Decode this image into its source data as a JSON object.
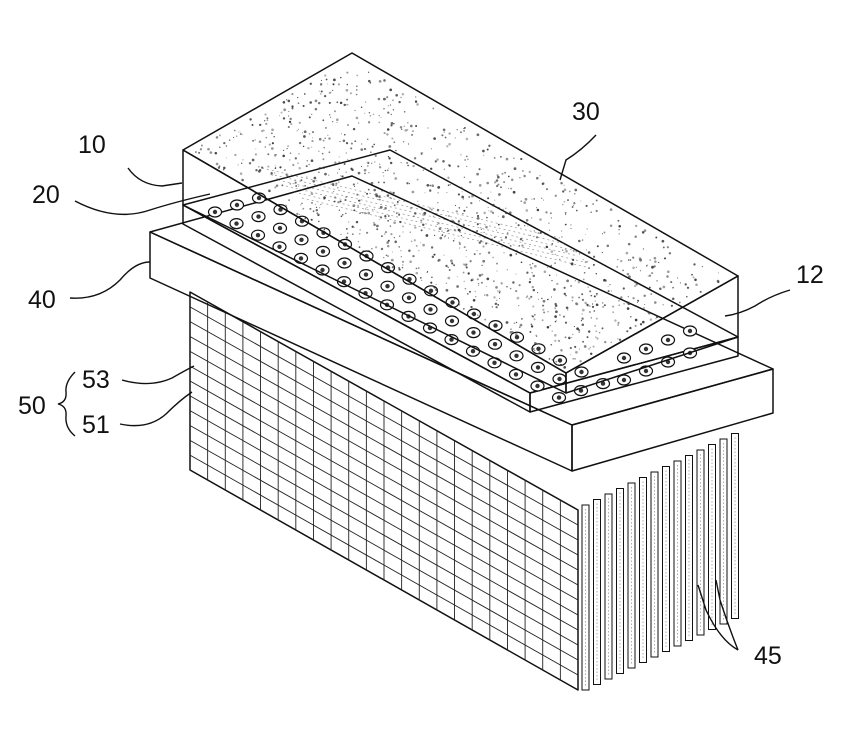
{
  "labels": {
    "l10": "10",
    "l20": "20",
    "l30": "30",
    "l40": "40",
    "l12": "12",
    "l53": "53",
    "l50": "50",
    "l51": "51",
    "l45": "45"
  }
}
